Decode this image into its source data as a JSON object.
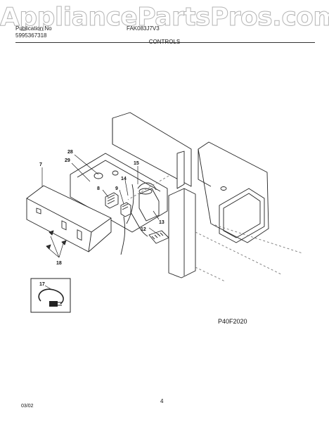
{
  "watermark": "AppliancePartsPros.com",
  "header": {
    "left_line1": "Publication No",
    "left_line2": "5995367318",
    "model": "FAK083J7V3"
  },
  "section_title": "CONTROLS",
  "parts": [
    "28",
    "29",
    "7",
    "15",
    "14",
    "8",
    "9",
    "13",
    "12",
    "18",
    "17"
  ],
  "figure_code": "P40F2020",
  "footer": {
    "date": "03/02",
    "page": "4"
  }
}
